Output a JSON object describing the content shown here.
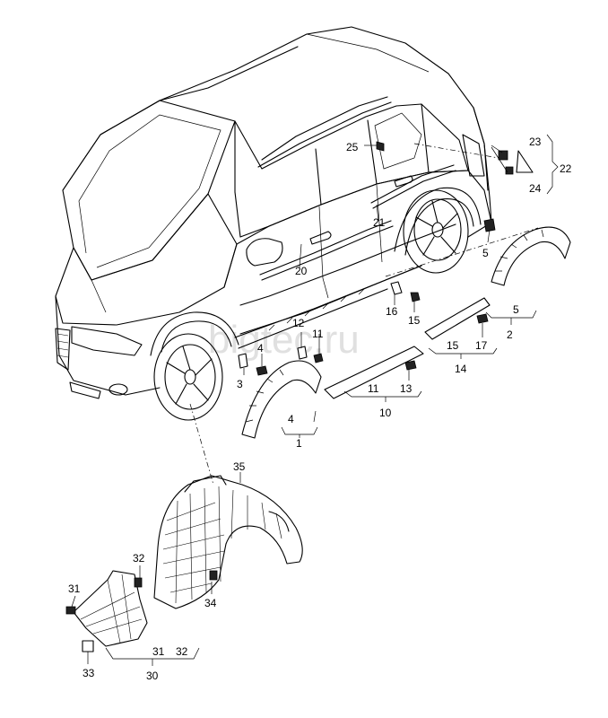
{
  "watermark": "bigtec.ru",
  "callouts": {
    "c1": "1",
    "c2": "2",
    "c3": "3",
    "c4a": "4",
    "c4b": "4",
    "c5a": "5",
    "c5b": "5",
    "c10": "10",
    "c11a": "11",
    "c11b": "11",
    "c12": "12",
    "c13": "13",
    "c14": "14",
    "c15a": "15",
    "c15b": "15",
    "c16": "16",
    "c17": "17",
    "c20": "20",
    "c21": "21",
    "c22": "22",
    "c23": "23",
    "c24": "24",
    "c25": "25",
    "c30": "30",
    "c31a": "31",
    "c31b": "31",
    "c32a": "32",
    "c32b": "32",
    "c33": "33",
    "c34": "34",
    "c35": "35"
  }
}
